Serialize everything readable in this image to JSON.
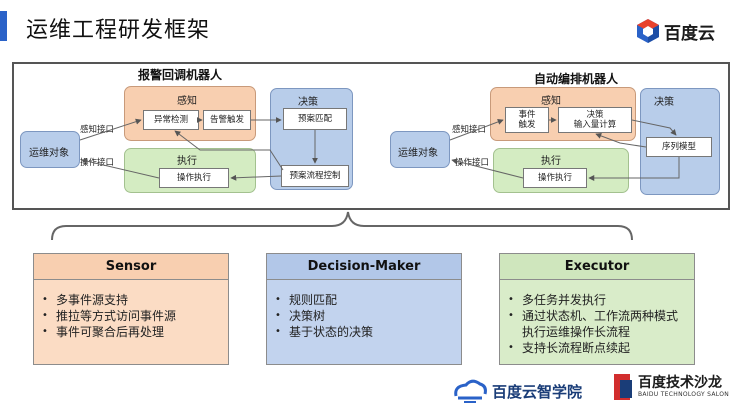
{
  "title": "运维工程研发框架",
  "brand": {
    "name": "百度云"
  },
  "left_robot": {
    "title": "报警回调机器人",
    "sense": {
      "label": "感知",
      "item1": "异常检测",
      "item2": "告警触发"
    },
    "decide": {
      "label": "决策",
      "item1": "预案匹配",
      "item2": "预案流程控制"
    },
    "exec": {
      "label": "执行",
      "item1": "操作执行"
    },
    "object": "运维对象",
    "sense_iface": "感知接口",
    "exec_iface": "操作接口"
  },
  "right_robot": {
    "title": "自动编排机器人",
    "sense": {
      "label": "感知",
      "item1": "事件\n触发",
      "item2": "决策\n输入量计算"
    },
    "decide": {
      "label": "决策",
      "item1": "序列模型"
    },
    "exec": {
      "label": "执行",
      "item1": "操作执行"
    },
    "object": "运维对象",
    "sense_iface": "感知接口",
    "exec_iface": "操作接口"
  },
  "panels": [
    {
      "title": "Sensor",
      "items": [
        "多事件源支持",
        "推拉等方式访问事件源",
        "事件可聚合后再处理"
      ]
    },
    {
      "title": "Decision-Maker",
      "items": [
        "规则匹配",
        "决策树",
        "基于状态的决策"
      ]
    },
    {
      "title": "Executor",
      "items": [
        "多任务并发执行",
        "通过状态机、工作流两种模式执行运维操作长流程",
        "支持长流程断点续起"
      ]
    }
  ],
  "footer": {
    "logo1": "百度云智学院",
    "logo2_main": "百度技术沙龙",
    "logo2_sub": "BAIDU TECHNOLOGY SALON"
  },
  "colors": {
    "accent": "#2a62c8",
    "sense": "#f8cfb0",
    "decide": "#b8cdea",
    "exec": "#d4ecc2",
    "panel_sensor": "#fbdcc4",
    "panel_decision": "#c2d3ee",
    "panel_executor": "#d9ecc9"
  }
}
